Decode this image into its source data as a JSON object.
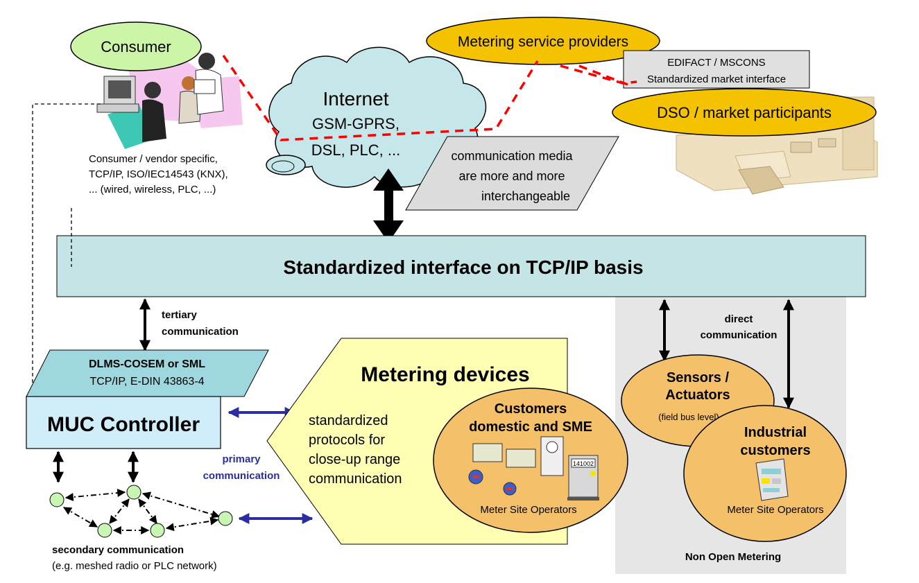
{
  "consumer": {
    "label": "Consumer",
    "protocols": [
      "Consumer / vendor specific,",
      "TCP/IP, ISO/IEC14543 (KNX),",
      "... (wired, wireless, PLC, ...)"
    ]
  },
  "internet": {
    "title": "Internet",
    "line2": "GSM-GPRS,",
    "line3": "DSL, PLC, ..."
  },
  "metering_service_providers": {
    "label": "Metering service providers"
  },
  "edifact": {
    "line1": "EDIFACT / MSCONS",
    "line2": "Standardized market interface"
  },
  "dso": {
    "label": "DSO / market participants"
  },
  "media_note": {
    "line1": "communication media",
    "line2": "are more and more",
    "line3": "interchangeable"
  },
  "standardized_interface": {
    "label": "Standardized interface on TCP/IP basis"
  },
  "tertiary": {
    "line1": "tertiary",
    "line2": "communication"
  },
  "direct": {
    "line1": "direct",
    "line2": "communication"
  },
  "dlms": {
    "line1": "DLMS-COSEM or SML",
    "line2": "TCP/IP, E-DIN 43863-4"
  },
  "muc": {
    "label": "MUC Controller"
  },
  "metering_devices": {
    "title": "Metering devices",
    "protocol_lines": [
      "standardized",
      "protocols for",
      "close-up range",
      "communication"
    ]
  },
  "customers_domestic": {
    "line1": "Customers",
    "line2": "domestic and SME",
    "operators": "Meter Site Operators",
    "meter_display": "141002"
  },
  "sensors": {
    "line1": "Sensors /",
    "line2": "Actuators",
    "line3": "(field bus level)"
  },
  "industrial": {
    "line1": "Industrial",
    "line2": "customers",
    "operators": "Meter Site Operators"
  },
  "primary": {
    "line1": "primary",
    "line2": "communication"
  },
  "secondary": {
    "line1": "secondary communication",
    "line2": "(e.g. meshed radio or PLC network)"
  },
  "non_open": {
    "label": "Non Open Metering"
  },
  "colors": {
    "interface_fill": "#c4e4e6",
    "cloud_fill": "#c6e7ea",
    "muc_fill": "#cfeefa",
    "orange_ellipse": "#f5c06a",
    "yellow_oval": "#f5c200",
    "green_oval": "#cdf5a8",
    "metering_fill": "#ffffb4",
    "gray_panel": "#e6e6e6",
    "red_dash": "#ff0000",
    "blue_arrow": "#2b2ea0",
    "node_fill": "#c9f5b5"
  }
}
